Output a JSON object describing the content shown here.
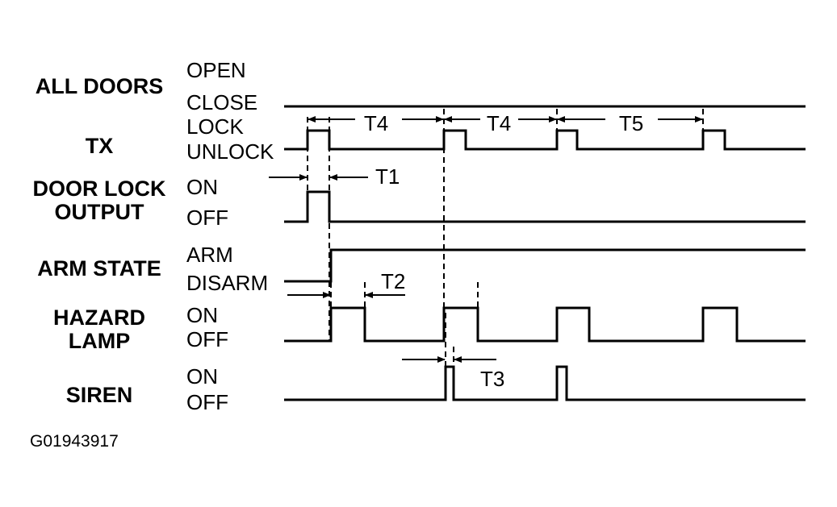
{
  "signals": [
    {
      "id": "all-doors",
      "label_lines": [
        "ALL DOORS"
      ],
      "high_state": "OPEN",
      "low_state": "CLOSE"
    },
    {
      "id": "tx",
      "label_lines": [
        "TX"
      ],
      "high_state": "LOCK",
      "low_state": "UNLOCK"
    },
    {
      "id": "door-lock-output",
      "label_lines": [
        "DOOR LOCK",
        "OUTPUT"
      ],
      "high_state": "ON",
      "low_state": "OFF"
    },
    {
      "id": "arm-state",
      "label_lines": [
        "ARM STATE"
      ],
      "high_state": "ARM",
      "low_state": "DISARM"
    },
    {
      "id": "hazard-lamp",
      "label_lines": [
        "HAZARD",
        "LAMP"
      ],
      "high_state": "ON",
      "low_state": "OFF"
    },
    {
      "id": "siren",
      "label_lines": [
        "SIREN"
      ],
      "high_state": "ON",
      "low_state": "OFF"
    }
  ],
  "timing_labels": {
    "t1": "T1",
    "t2": "T2",
    "t3": "T3",
    "t4_first": "T4",
    "t4_second": "T4",
    "t5": "T5"
  },
  "figure_code": "G01943917"
}
